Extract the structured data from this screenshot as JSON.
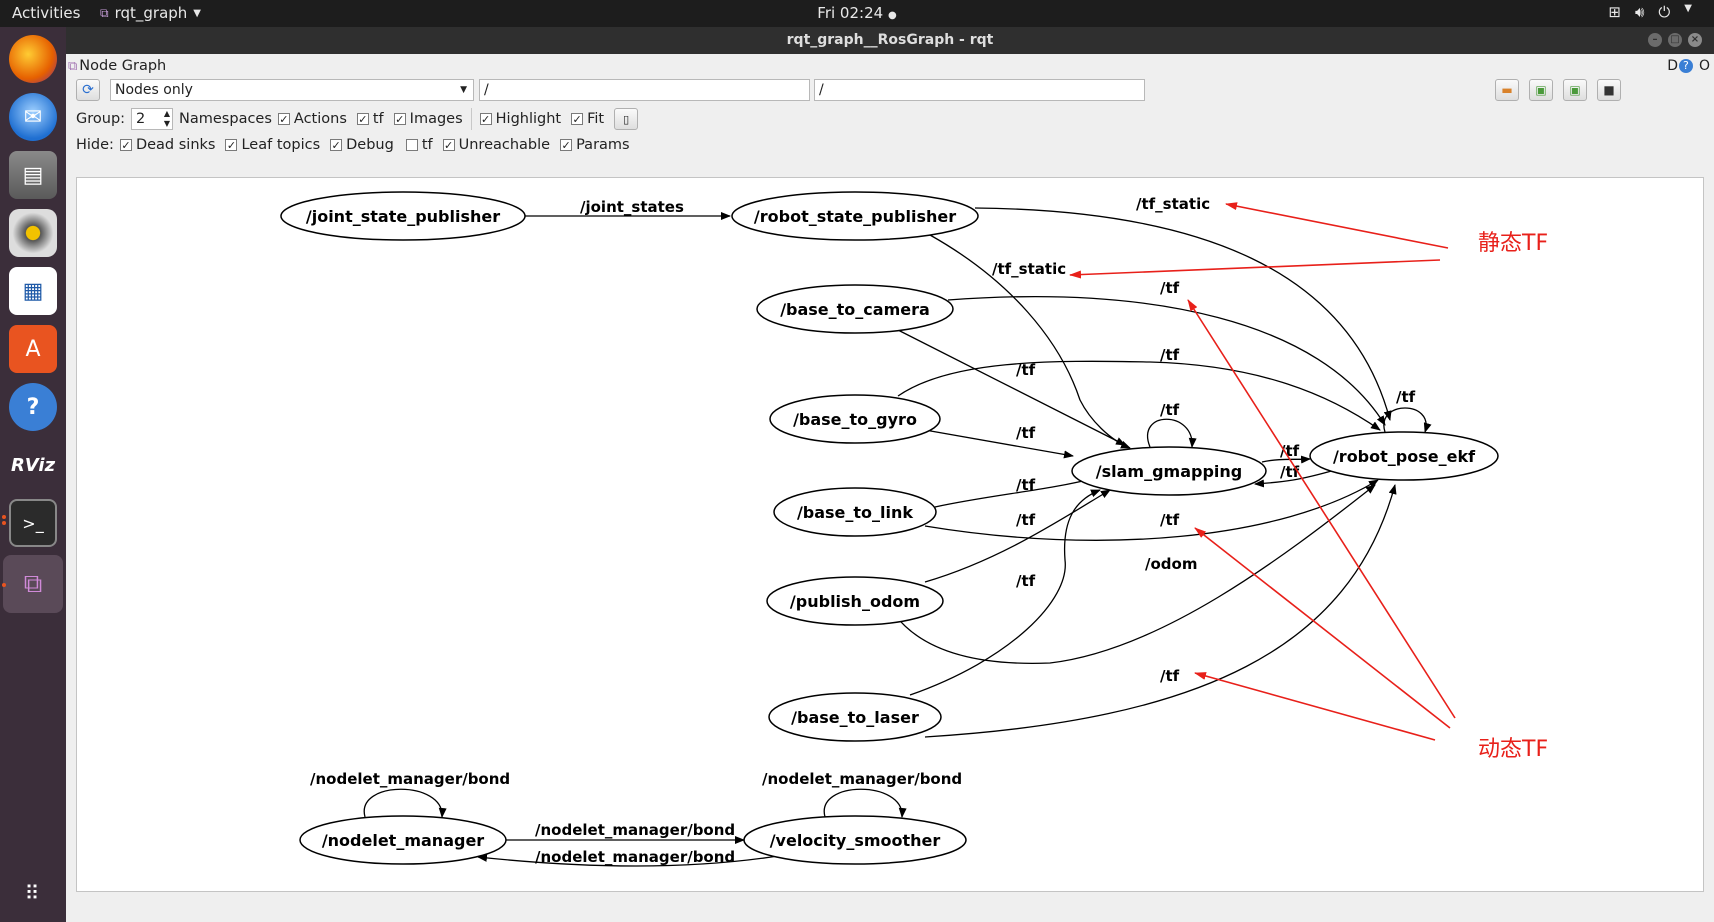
{
  "topbar": {
    "activities": "Activities",
    "app_menu": "rqt_graph",
    "clock": "Fri 02:24",
    "colors": {
      "bar": "#1d1d1d"
    }
  },
  "dock": {
    "items": [
      {
        "name": "firefox-icon"
      },
      {
        "name": "thunderbird-icon"
      },
      {
        "name": "files-icon"
      },
      {
        "name": "rhythmbox-icon"
      },
      {
        "name": "writer-icon"
      },
      {
        "name": "software-icon"
      },
      {
        "name": "help-icon"
      },
      {
        "name": "rviz-icon",
        "label": "RViz"
      },
      {
        "name": "terminal-icon"
      },
      {
        "name": "rqt-icon"
      },
      {
        "name": "show-apps-icon"
      }
    ]
  },
  "window": {
    "title": "rqt_graph__RosGraph - rqt"
  },
  "panel": {
    "title": "Node Graph",
    "corner_d": "D",
    "corner_o": "O"
  },
  "toolbar": {
    "mode_select": "Nodes only",
    "filter1": "/",
    "filter2": "/",
    "group_label": "Group:",
    "group_value": "2",
    "namespaces": "Namespaces",
    "actions": "Actions",
    "tf": "tf",
    "images": "Images",
    "highlight": "Highlight",
    "fit": "Fit",
    "check": "✓"
  },
  "hide": {
    "label": "Hide:",
    "dead_sinks": "Dead sinks",
    "leaf_topics": "Leaf topics",
    "debug": "Debug",
    "tf": "tf",
    "unreachable": "Unreachable",
    "params": "Params"
  },
  "graph": {
    "nodes": {
      "joint_state_publisher": "/joint_state_publisher",
      "robot_state_publisher": "/robot_state_publisher",
      "base_to_camera": "/base_to_camera",
      "base_to_gyro": "/base_to_gyro",
      "base_to_link": "/base_to_link",
      "publish_odom": "/publish_odom",
      "base_to_laser": "/base_to_laser",
      "slam_gmapping": "/slam_gmapping",
      "robot_pose_ekf": "/robot_pose_ekf",
      "nodelet_manager": "/nodelet_manager",
      "velocity_smoother": "/velocity_smoother"
    },
    "edges": {
      "joint_states": "/joint_states",
      "tf_static": "/tf_static",
      "tf": "/tf",
      "odom": "/odom",
      "bond": "/nodelet_manager/bond"
    },
    "annotations": {
      "static_tf": "静态TF",
      "dynamic_tf": "动态TF",
      "color": "#e8201a"
    }
  }
}
